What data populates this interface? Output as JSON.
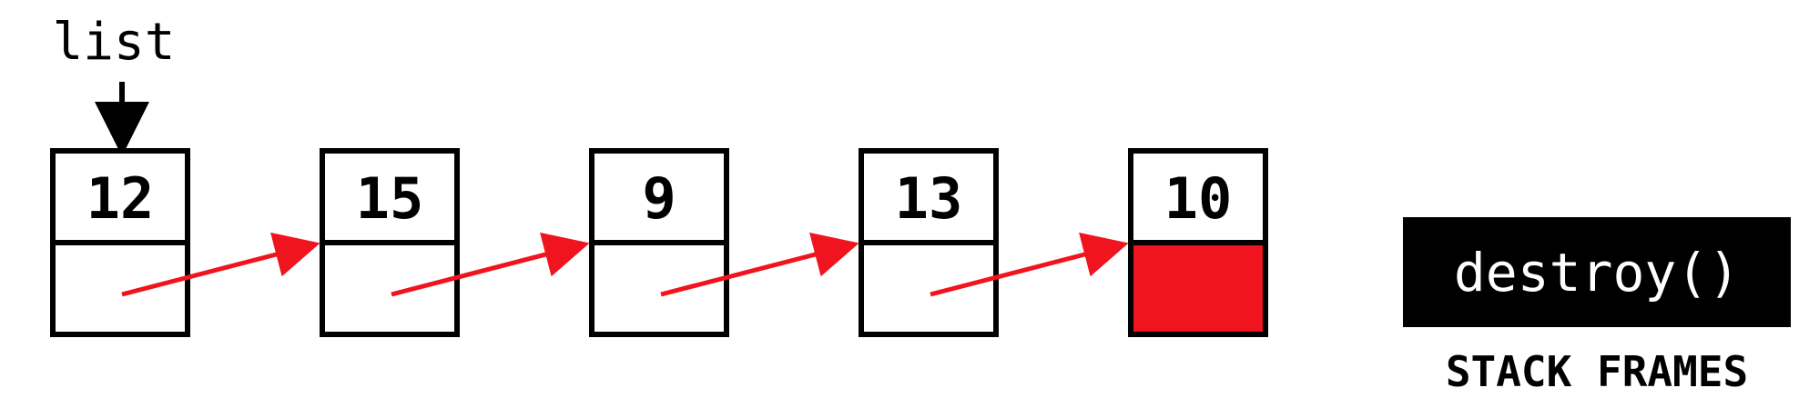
{
  "pointer": {
    "label": "list"
  },
  "nodes": [
    {
      "value": "12",
      "next_highlighted": false
    },
    {
      "value": "15",
      "next_highlighted": false
    },
    {
      "value": "9",
      "next_highlighted": false
    },
    {
      "value": "13",
      "next_highlighted": false
    },
    {
      "value": "10",
      "next_highlighted": true
    }
  ],
  "stack": {
    "frame_label": "destroy()",
    "caption": "STACK FRAMES"
  },
  "colors": {
    "arrow": "#f0141e",
    "highlight": "#f0141e",
    "box_stroke": "#000000",
    "frame_background": "#000000",
    "frame_text": "#ffffff"
  }
}
